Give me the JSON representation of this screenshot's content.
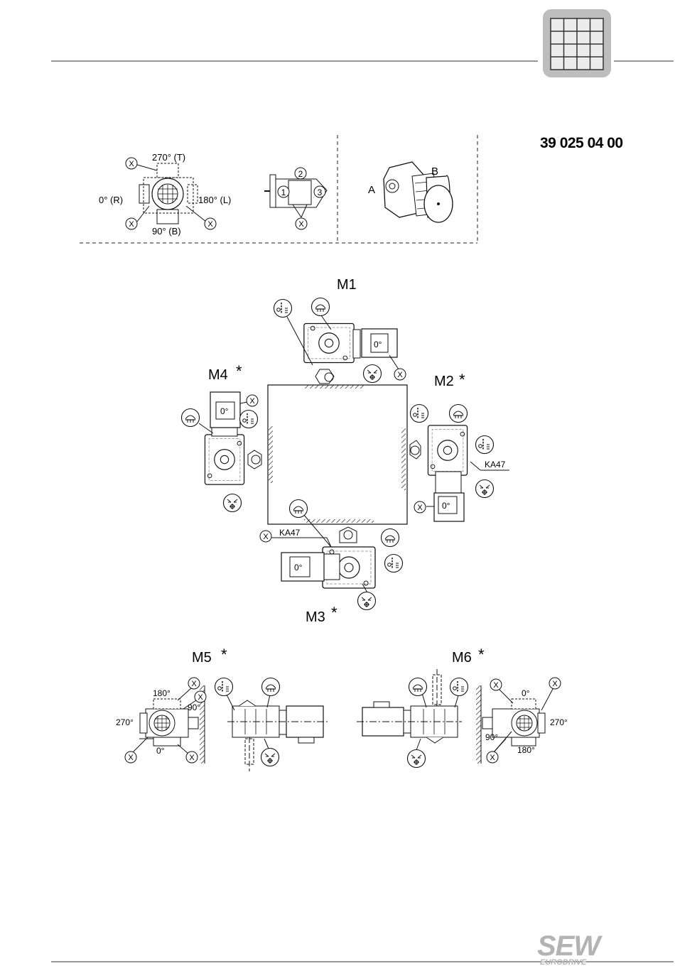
{
  "document": {
    "number": "39 025 04 00"
  },
  "legend": {
    "terminal_box": {
      "pos_270": "270° (T)",
      "pos_0": "0° (R)",
      "pos_180": "180° (L)",
      "pos_90": "90° (B)",
      "cable_marker": "X"
    },
    "cable_entry": {
      "numbers": [
        "1",
        "2",
        "3"
      ],
      "marker": "X"
    },
    "shaft_sides": {
      "a": "A",
      "b": "B"
    }
  },
  "positions": {
    "m1": {
      "label": "M1",
      "star": ""
    },
    "m2": {
      "label": "M2",
      "star": "*"
    },
    "m3": {
      "label": "M3",
      "star": "*"
    },
    "m4": {
      "label": "M4",
      "star": "*"
    },
    "m5": {
      "label": "M5",
      "star": "*"
    },
    "m6": {
      "label": "M6",
      "star": "*"
    },
    "terminal_box_label": "0°",
    "cable_marker": "X",
    "model_label": "KA47",
    "m5_angles": {
      "a180": "180°",
      "a90": "90°",
      "a270": "270°",
      "a0": "0°"
    },
    "m6_angles": {
      "a0": "0°",
      "a270": "270°",
      "a90": "90°",
      "a180": "180°"
    }
  },
  "brand": {
    "name": "SEW",
    "sub": "EURODRIVE"
  },
  "colors": {
    "line": "#111111",
    "tab": "#bdbdbd",
    "logo": "#b3b3b3"
  }
}
